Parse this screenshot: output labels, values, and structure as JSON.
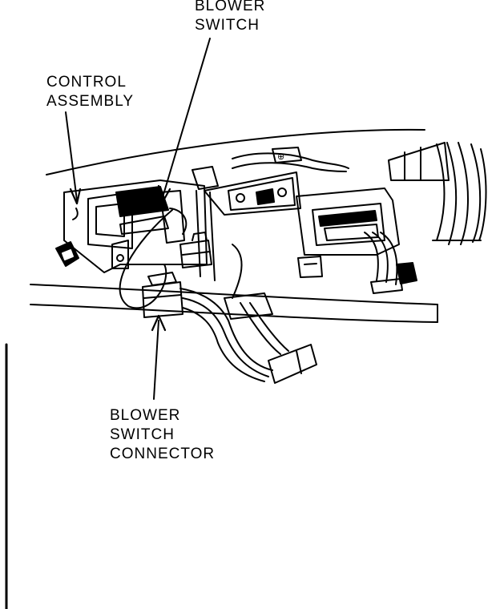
{
  "labels": {
    "blower_switch": [
      "BLOWER",
      "SWITCH"
    ],
    "control_assembly": [
      "CONTROL",
      "ASSEMBLY"
    ],
    "blower_switch_connector": [
      "BLOWER",
      "SWITCH",
      "CONNECTOR"
    ]
  },
  "colors": {
    "ink": "#000000",
    "paper": "#ffffff"
  }
}
